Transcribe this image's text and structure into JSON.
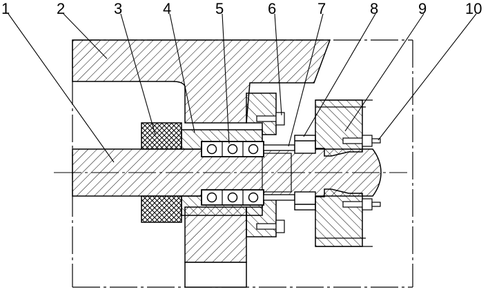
{
  "figure": {
    "labels": [
      "1",
      "2",
      "3",
      "4",
      "5",
      "6",
      "7",
      "8",
      "9",
      "10"
    ]
  }
}
